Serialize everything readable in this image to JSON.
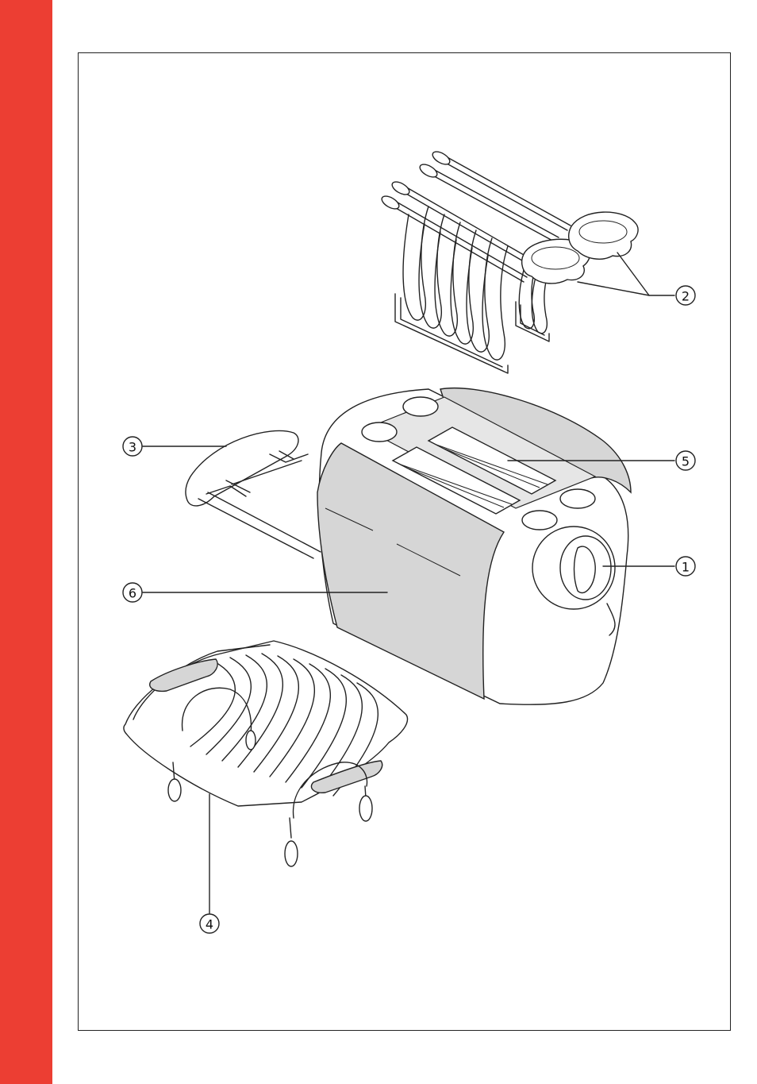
{
  "colors": {
    "accent_band": "#ec3e33",
    "panel_fill": "#d6d6d6",
    "line": "#222222"
  },
  "callouts": [
    {
      "id": "1",
      "label": "1",
      "part": "control-knob"
    },
    {
      "id": "2",
      "label": "2",
      "part": "sandwich-tongs"
    },
    {
      "id": "3",
      "label": "3",
      "part": "crumb-tray"
    },
    {
      "id": "4",
      "label": "4",
      "part": "bun-warming-rack"
    },
    {
      "id": "5",
      "label": "5",
      "part": "toasting-slots"
    },
    {
      "id": "6",
      "label": "6",
      "part": "front-panel"
    }
  ]
}
